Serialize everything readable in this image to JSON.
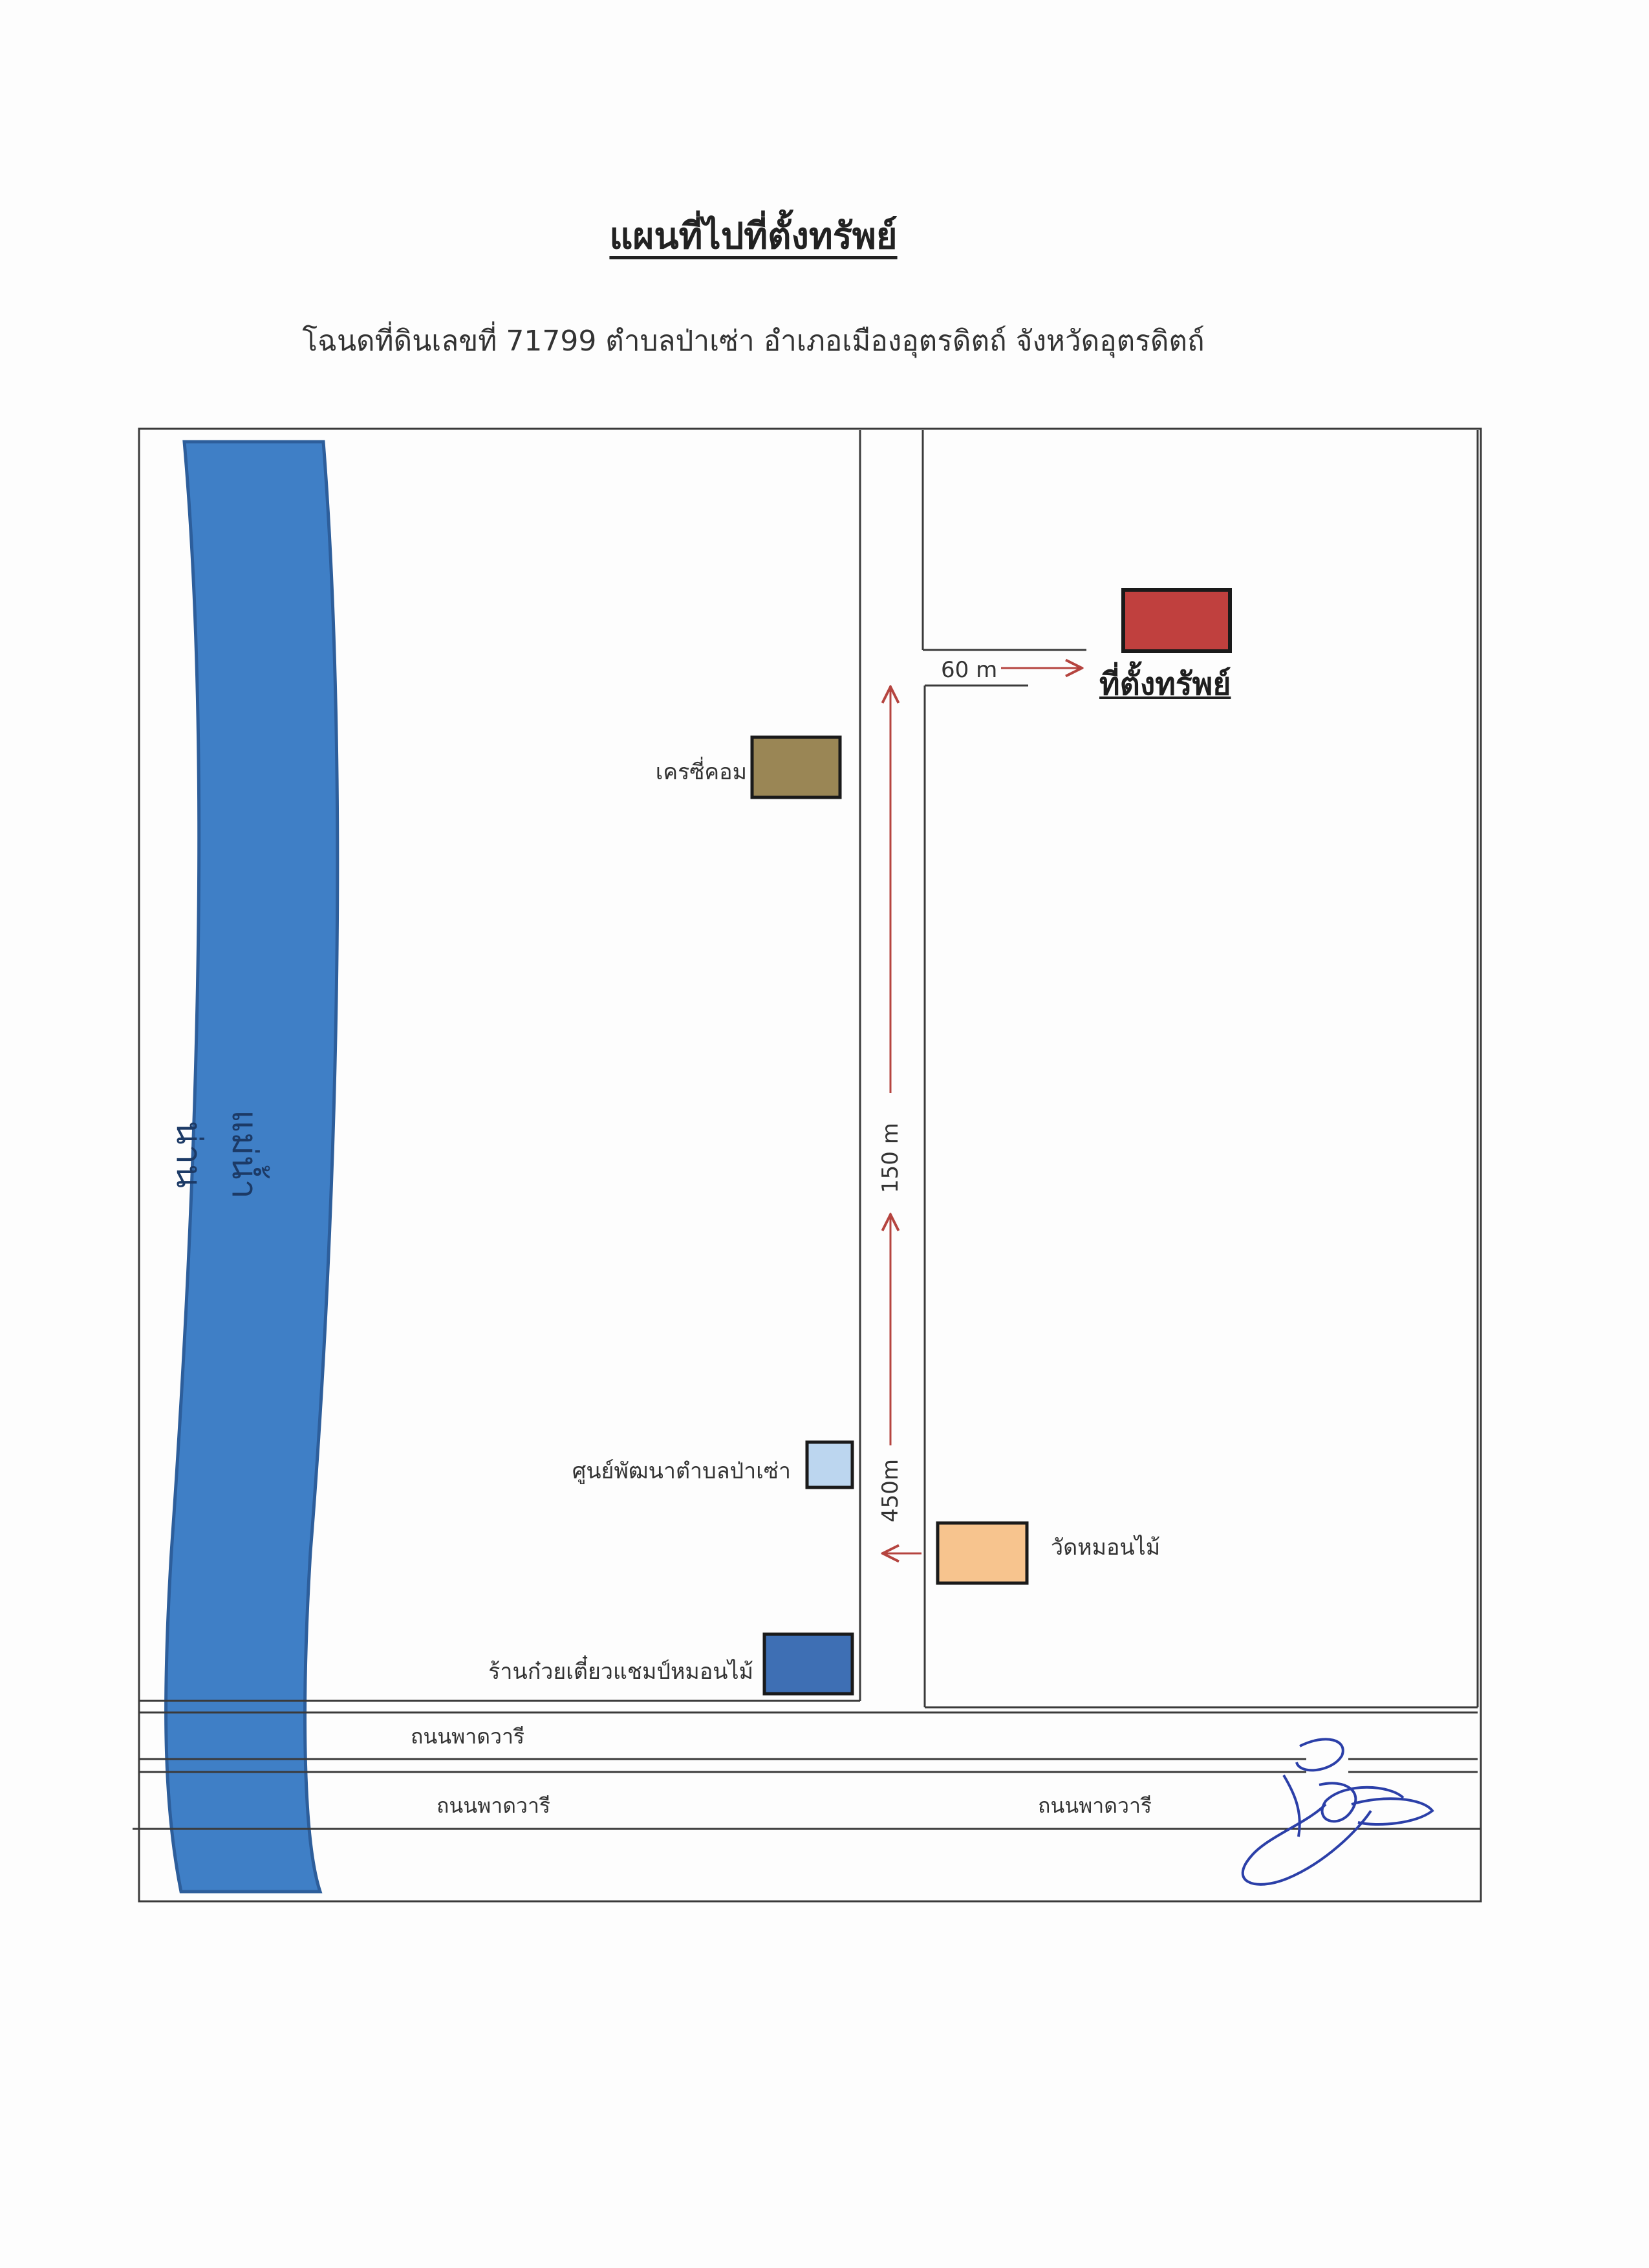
{
  "header": {
    "title": "แผนที่ไปที่ตั้งทรัพย์",
    "subtitle": "โฉนดที่ดินเลขที่ 71799 ตำบลป่าเซ่า อำเภอเมืองอุตรดิตถ์ จังหวัดอุตรดิตถ์"
  },
  "river": {
    "name": "แม่น้ำน่าน",
    "color": "#3f7fc6",
    "edge_color": "#2d5e9b"
  },
  "target": {
    "label": "ที่ตั้งทรัพย์",
    "color": "#c0403e"
  },
  "distances": {
    "side_road": "60 m",
    "north_segment": "150 m",
    "south_segment": "450m"
  },
  "landmarks": [
    {
      "name": "เครซี่คอม",
      "color": "#9a8655"
    },
    {
      "name": "ศูนย์พัฒนาตำบลป่าเซ่า",
      "color": "#bcd6ef"
    },
    {
      "name": "วัดหมอนไม้",
      "color": "#f7c48e"
    },
    {
      "name": "ร้านก๋วยเตี๋ยวแชมป์หมอนไม้",
      "color": "#3e6fb4"
    }
  ],
  "roads": {
    "upper_label": "ถนนพาดวารี",
    "lower_label_left": "ถนนพาดวารี",
    "lower_label_right": "ถนนพาดวารี"
  },
  "colors": {
    "line": "#3a3a3a",
    "arrow": "#b5443f",
    "signature": "#2b3fa8"
  }
}
